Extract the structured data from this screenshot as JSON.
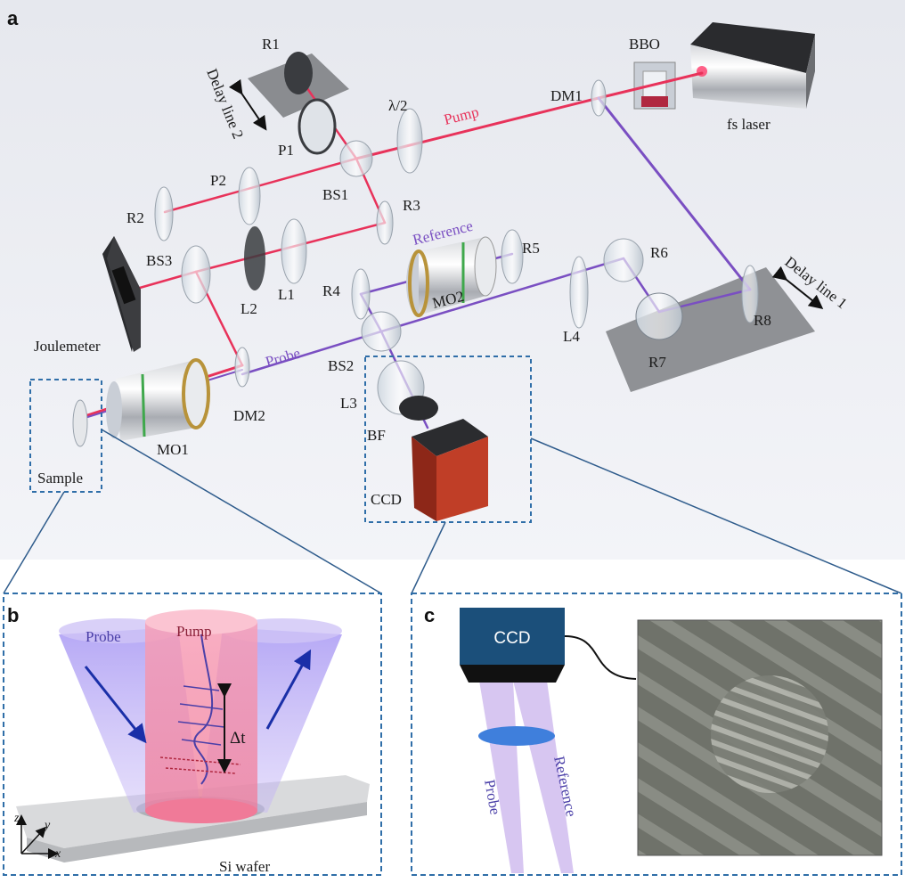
{
  "panels": {
    "a": "a",
    "b": "b",
    "c": "c"
  },
  "panel_a": {
    "labels": {
      "r1": "R1",
      "r2": "R2",
      "r3": "R3",
      "r4": "R4",
      "r5": "R5",
      "r6": "R6",
      "r7": "R7",
      "r8": "R8",
      "p1": "P1",
      "p2": "P2",
      "bs1": "BS1",
      "bs2": "BS2",
      "bs3": "BS3",
      "l1": "L1",
      "l2": "L2",
      "l3": "L3",
      "l4": "L4",
      "halfwave": "λ/2",
      "dm1": "DM1",
      "dm2": "DM2",
      "bbo": "BBO",
      "laser": "fs laser",
      "mo1": "MO1",
      "mo2": "MO2",
      "bf": "BF",
      "ccd": "CCD",
      "joulemeter": "Joulemeter",
      "sample": "Sample",
      "delay1": "Delay line 1",
      "delay2": "Delay line 2"
    },
    "beams": {
      "pump": "Pump",
      "probe": "Probe",
      "reference": "Reference"
    }
  },
  "panel_b": {
    "probe": "Probe",
    "pump": "Pump",
    "delta_t": "Δt",
    "wafer": "Si wafer",
    "axis_x": "x",
    "axis_y": "y",
    "axis_z": "z"
  },
  "panel_c": {
    "ccd": "CCD",
    "probe": "Probe",
    "reference": "Reference"
  },
  "colors": {
    "pump": "#e8325a",
    "probe": "#7a4fc2",
    "frame": "#2f6ea8",
    "ccd_box": "#1b4f7a",
    "camera": "#b83a25"
  }
}
